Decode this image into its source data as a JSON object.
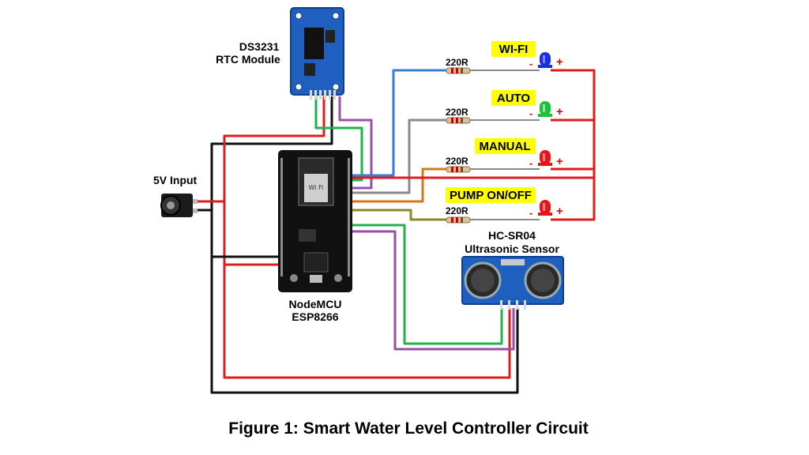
{
  "components": {
    "rtc": {
      "line1": "DS3231",
      "line2": "RTC Module"
    },
    "power_input": {
      "label": "5V Input"
    },
    "mcu": {
      "line1": "NodeMCU",
      "line2": "ESP8266"
    },
    "sensor": {
      "line1": "HC-SR04",
      "line2": "Ultrasonic Sensor"
    }
  },
  "indicators": [
    {
      "label": "WI-FI",
      "resistor": "220R",
      "led_color": "#1a2fe0",
      "minus": "-",
      "plus": "+"
    },
    {
      "label": "AUTO",
      "resistor": "220R",
      "led_color": "#1fbf3a",
      "minus": "-",
      "plus": "+"
    },
    {
      "label": "MANUAL",
      "resistor": "220R",
      "led_color": "#e8141c",
      "minus": "-",
      "plus": "+"
    },
    {
      "label": "PUMP ON/OFF",
      "resistor": "220R",
      "led_color": "#e8141c",
      "minus": "-",
      "plus": "+"
    }
  ],
  "caption": "Figure 1: Smart Water Level Controller Circuit",
  "wire_colors": {
    "power": "#e01b1b",
    "ground": "#111111",
    "blue": "#3a7bd5",
    "gray": "#8a8a8a",
    "orange": "#d2781e",
    "olive": "#8a8a28",
    "green": "#22b14c",
    "purple": "#9b4fa8",
    "magenta": "#c23c8c"
  }
}
